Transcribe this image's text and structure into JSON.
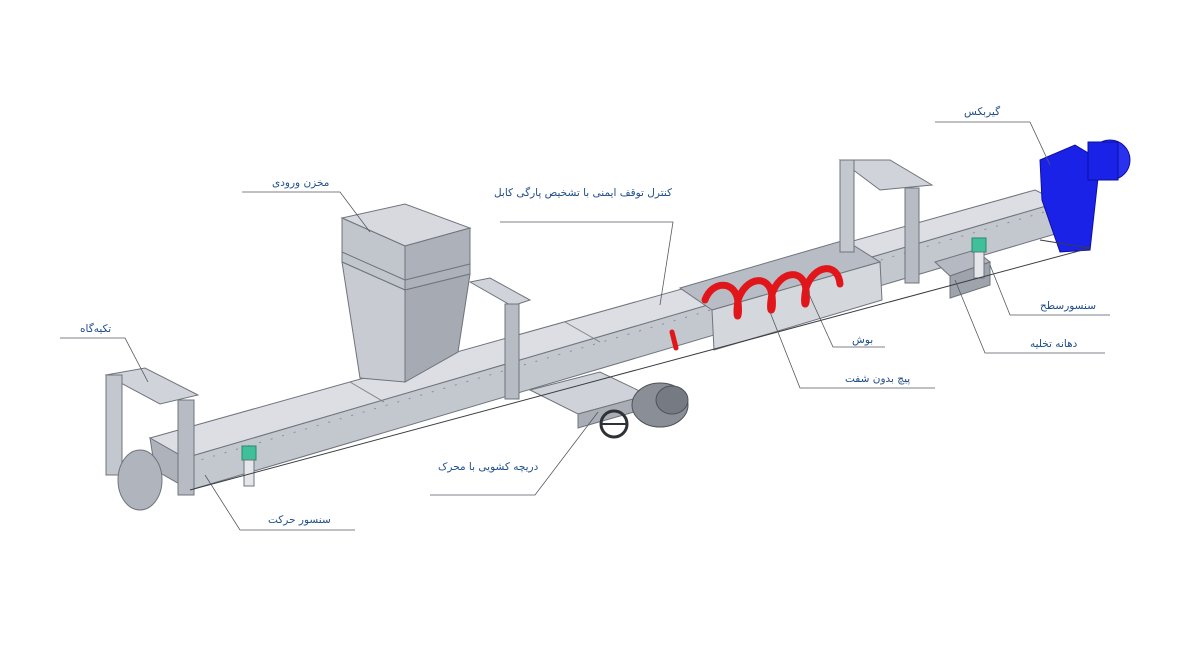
{
  "diagram": {
    "title": "",
    "colors": {
      "body": "#c9ccd3",
      "body_light": "#dfe1e6",
      "body_dark": "#9ea3ac",
      "edge": "#6f747d",
      "screw": "#e0161b",
      "gearbox": "#1a22e8",
      "sensor": "#3fbf9a",
      "leader": "#555a60",
      "label_text": "#1f4e8c"
    },
    "labels": {
      "gearbox": "گیربکس",
      "inlet_hopper": "مخزن ورودی",
      "safety_stop": "کنترل توقف ایمنی با تشخیص پارگی کابل",
      "support": "تکیه‌گاه",
      "level_sensor": "سنسورسطح",
      "discharge": "دهانه تخلیه",
      "liner": "بوش",
      "shaftless_screw": "پیچ بدون شفت",
      "slide_gate": "دریچه کشویی با محرک",
      "motion_sensor": "سنسور حرکت"
    },
    "icons": [
      "gearbox-icon",
      "hopper-icon",
      "screw-icon",
      "sensor-icon",
      "handwheel-icon"
    ]
  }
}
